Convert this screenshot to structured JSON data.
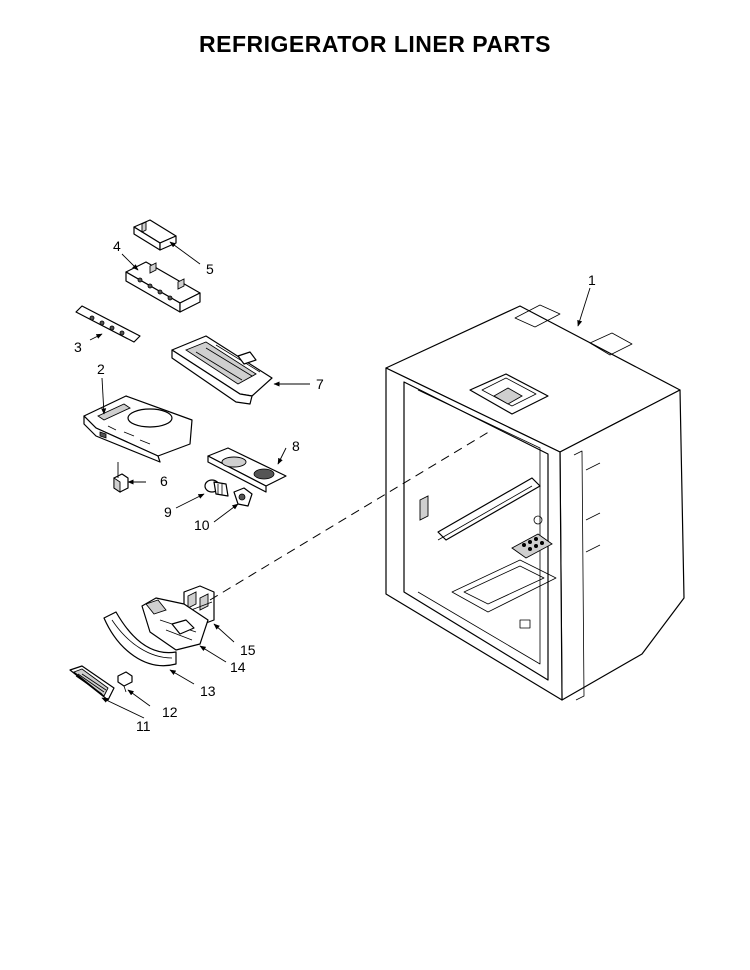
{
  "title": "REFRIGERATOR LINER PARTS",
  "callouts": {
    "c1": "1",
    "c2": "2",
    "c3": "3",
    "c4": "4",
    "c5": "5",
    "c6": "6",
    "c7": "7",
    "c8": "8",
    "c9": "9",
    "c10": "10",
    "c11": "11",
    "c12": "12",
    "c13": "13",
    "c14": "14",
    "c15": "15"
  },
  "colors": {
    "line": "#000000",
    "background": "#ffffff",
    "shading": "#cfcfcf"
  }
}
